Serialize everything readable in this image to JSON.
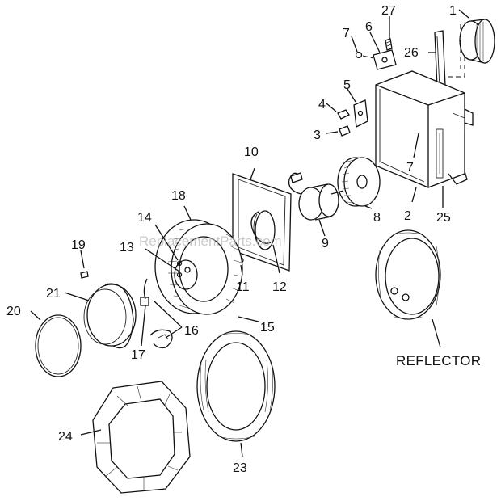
{
  "labels": {
    "p1": "1",
    "p2": "2",
    "p3": "3",
    "p4": "4",
    "p5": "5",
    "p6": "6",
    "p7a": "7",
    "p7b": "7",
    "p8": "8",
    "p9": "9",
    "p10": "10",
    "p11": "11",
    "p12": "12",
    "p13": "13",
    "p14": "14",
    "p15": "15",
    "p16": "16",
    "p17": "17",
    "p18": "18",
    "p19": "19",
    "p20": "20",
    "p21": "21",
    "p23": "23",
    "p24": "24",
    "p25": "25",
    "p26": "26",
    "p27": "27",
    "reflector": "REFLECTOR"
  },
  "watermark": "ReplacementParts.com"
}
